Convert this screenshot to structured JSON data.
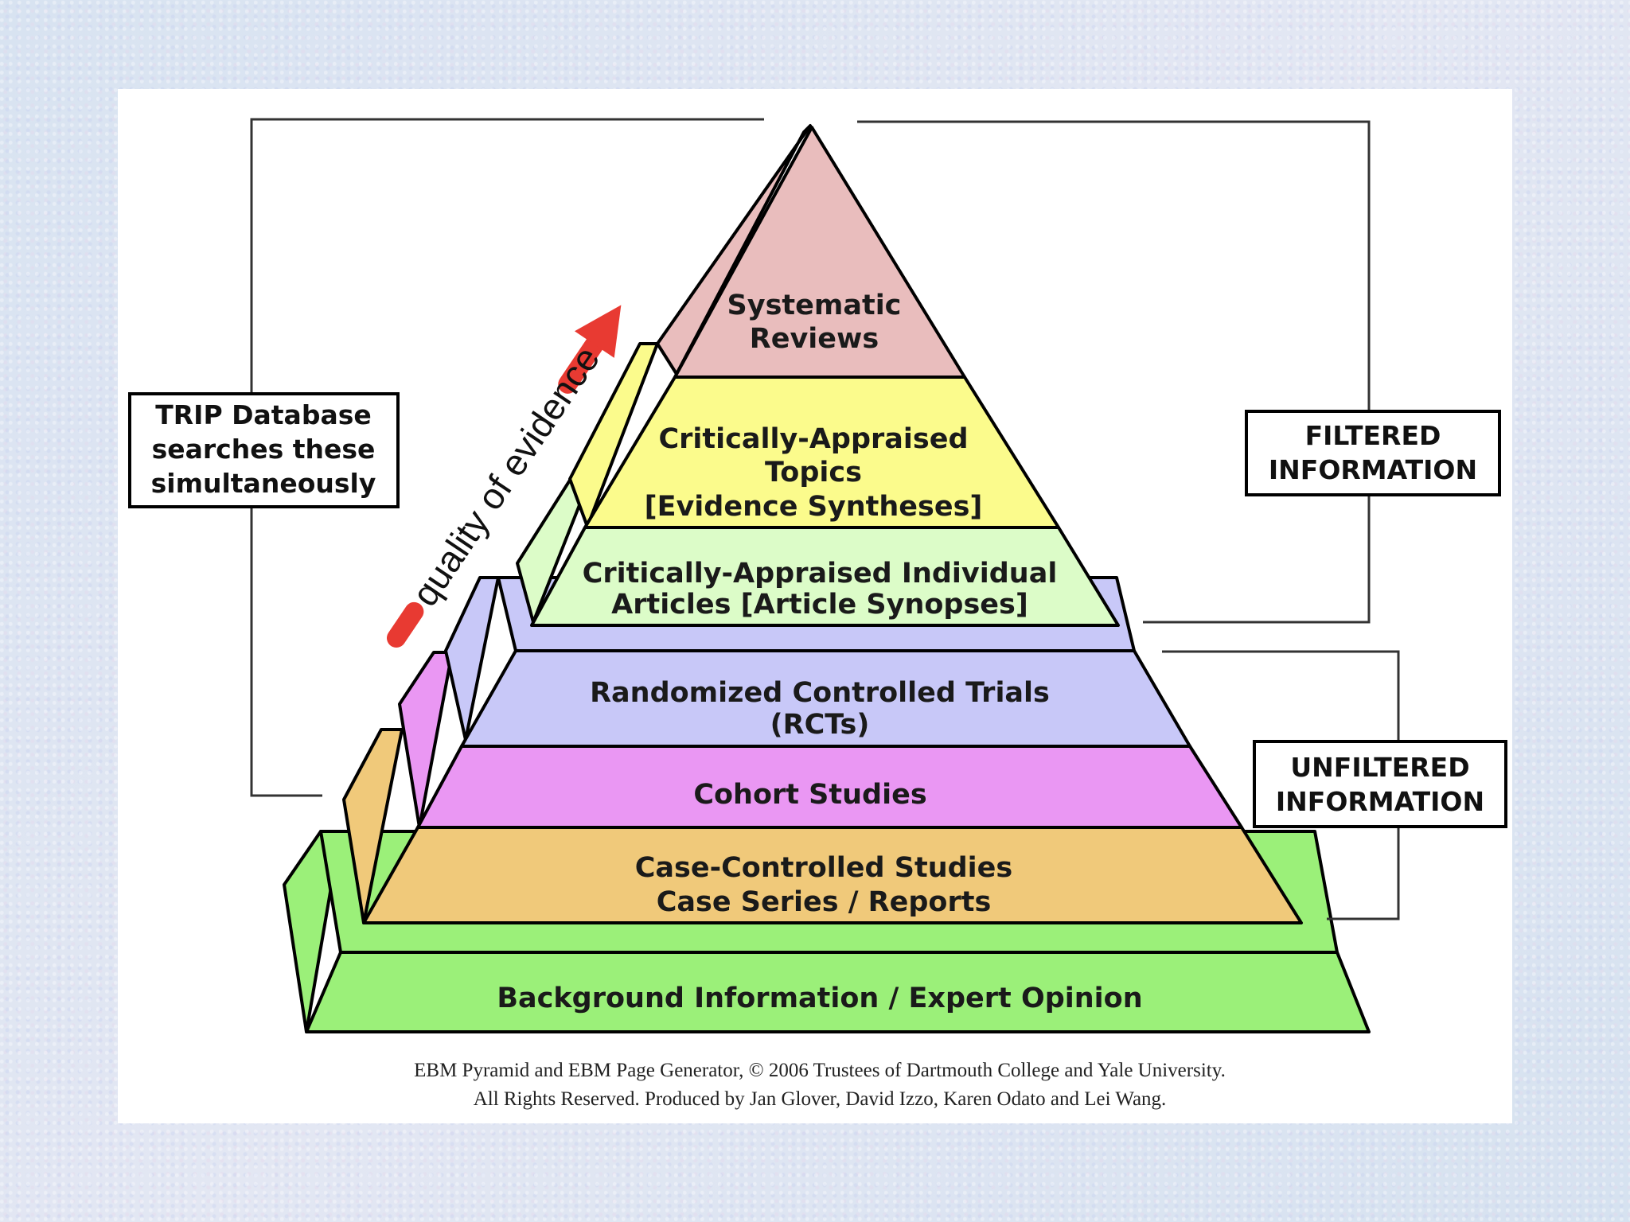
{
  "tiers": [
    {
      "lines": [
        "Systematic",
        "Reviews"
      ],
      "color": "#e9bdbd"
    },
    {
      "lines": [
        "Critically-Appraised",
        "Topics",
        "[Evidence Syntheses]"
      ],
      "color": "#fbfb8c"
    },
    {
      "lines": [
        "Critically-Appraised Individual",
        "Articles [Article Synopses]"
      ],
      "color": "#dcfcc8"
    },
    {
      "lines": [
        "Randomized Controlled Trials",
        "(RCTs)"
      ],
      "color": "#c8c8f8"
    },
    {
      "lines": [
        "Cohort Studies"
      ],
      "color": "#ea97f3"
    },
    {
      "lines": [
        "Case-Controlled Studies",
        "Case Series / Reports"
      ],
      "color": "#f0c97a"
    },
    {
      "lines": [
        "Background Information / Expert Opinion"
      ],
      "color": "#9bf079"
    }
  ],
  "trip_box": {
    "lines": [
      "TRIP Database",
      "searches these",
      "simultaneously"
    ]
  },
  "filtered_box": {
    "lines": [
      "FILTERED",
      "INFORMATION"
    ]
  },
  "unfiltered_box": {
    "lines": [
      "UNFILTERED",
      "INFORMATION"
    ]
  },
  "arrow_label": "quality of evidence",
  "arrow_color": "#e83a32",
  "credit": {
    "line1": "EBM Pyramid and EBM Page Generator, © 2006 Trustees of Dartmouth College and Yale University.",
    "line2": "All Rights Reserved. Produced by Jan Glover, David Izzo, Karen Odato and Lei Wang."
  }
}
